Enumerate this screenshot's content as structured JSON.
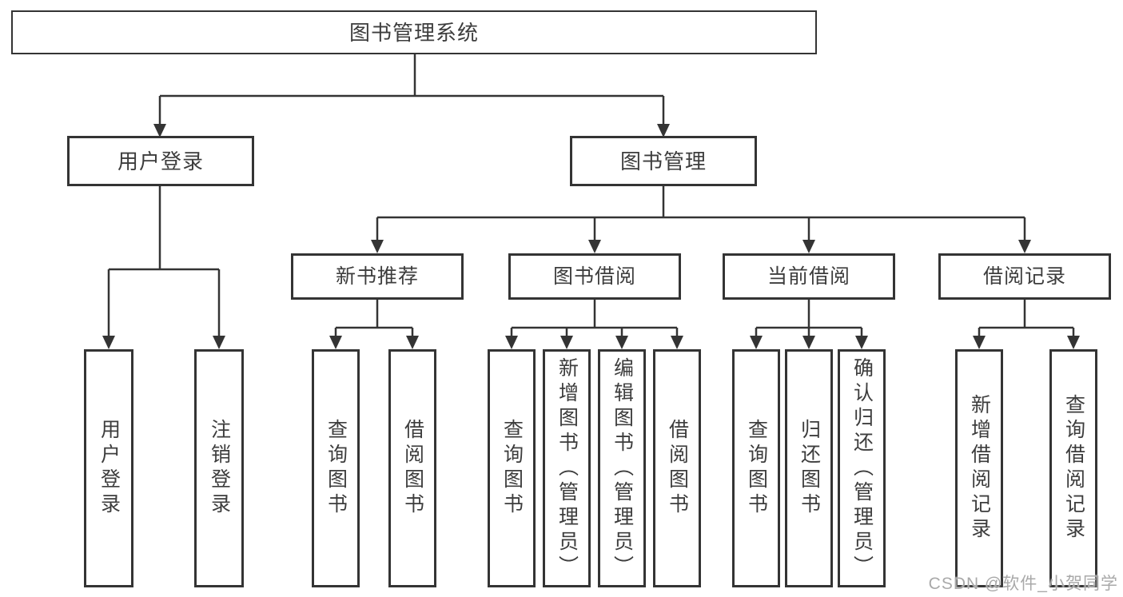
{
  "diagram": {
    "title": "图书管理系统",
    "user_login": {
      "label": "用户登录",
      "children": {
        "login": "用户登录",
        "logout": "注销登录"
      }
    },
    "book_mgmt": {
      "label": "图书管理",
      "new_book": {
        "label": "新书推荐",
        "children": {
          "query_book": "查询图书",
          "borrow_book": "借阅图书"
        }
      },
      "book_borrow": {
        "label": "图书借阅",
        "children": {
          "query_book": "查询图书",
          "add_book": "新增图书（管理员）",
          "edit_book": "编辑图书（管理员）",
          "borrow_book": "借阅图书"
        }
      },
      "current_borrow": {
        "label": "当前借阅",
        "children": {
          "query_book": "查询图书",
          "return_book": "归还图书",
          "confirm_return": "确认归还（管理员）"
        }
      },
      "borrow_record": {
        "label": "借阅记录",
        "children": {
          "add_record": "新增借阅记录",
          "query_record": "查询借阅记录"
        }
      }
    }
  },
  "watermark": "CSDN @软件_小贺同学",
  "colors": {
    "line": "#343434",
    "text": "#3d3d3d",
    "background": "#ffffff",
    "watermark": "#a9a9a9"
  }
}
